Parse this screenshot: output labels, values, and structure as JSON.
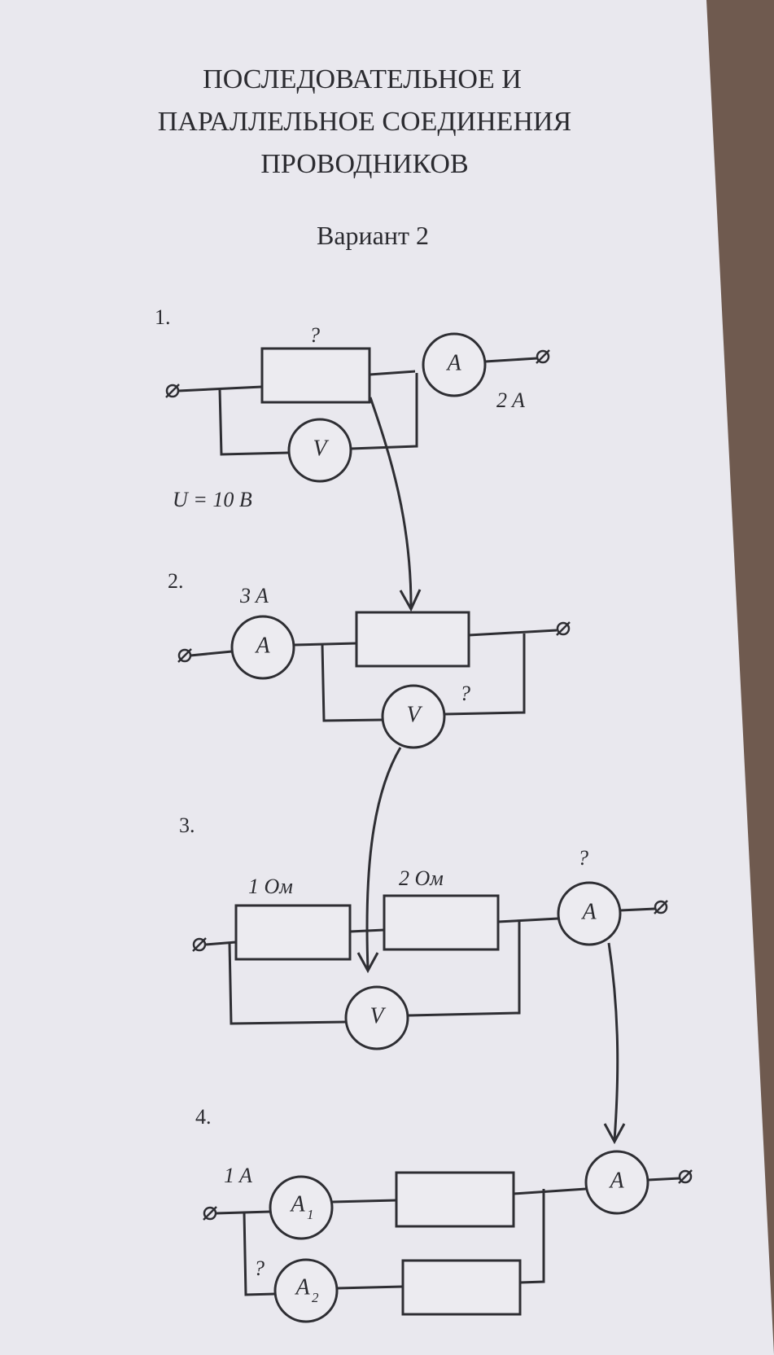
{
  "title_lines": [
    "ПОСЛЕДОВАТЕЛЬНОЕ И",
    "ПАРАЛЛЕЛЬНОЕ СОЕДИНЕНИЯ",
    "ПРОВОДНИКОВ"
  ],
  "variant": "Вариант 2",
  "problems": [
    {
      "number": "1.",
      "resistor_label": "?",
      "ammeter": "A",
      "ammeter_reading": "2 A",
      "voltmeter": "V",
      "voltage_text": "U = 10 B"
    },
    {
      "number": "2.",
      "ammeter_reading": "3 A",
      "ammeter": "A",
      "voltmeter": "V",
      "voltmeter_reading": "?"
    },
    {
      "number": "3.",
      "resistor1": "1 Ом",
      "resistor2": "2 Ом",
      "ammeter_reading": "?",
      "ammeter": "A",
      "voltmeter": "V"
    },
    {
      "number": "4.",
      "current_in": "1 A",
      "ammeter1": "A",
      "ammeter1_sub": "1",
      "ammeter2": "A",
      "ammeter2_sub": "2",
      "branch2_reading": "?",
      "ammeter_total": "A"
    }
  ],
  "colors": {
    "paper": "#e9e8ee",
    "ink": "#2e2e33",
    "background": "#6f5a4f"
  }
}
